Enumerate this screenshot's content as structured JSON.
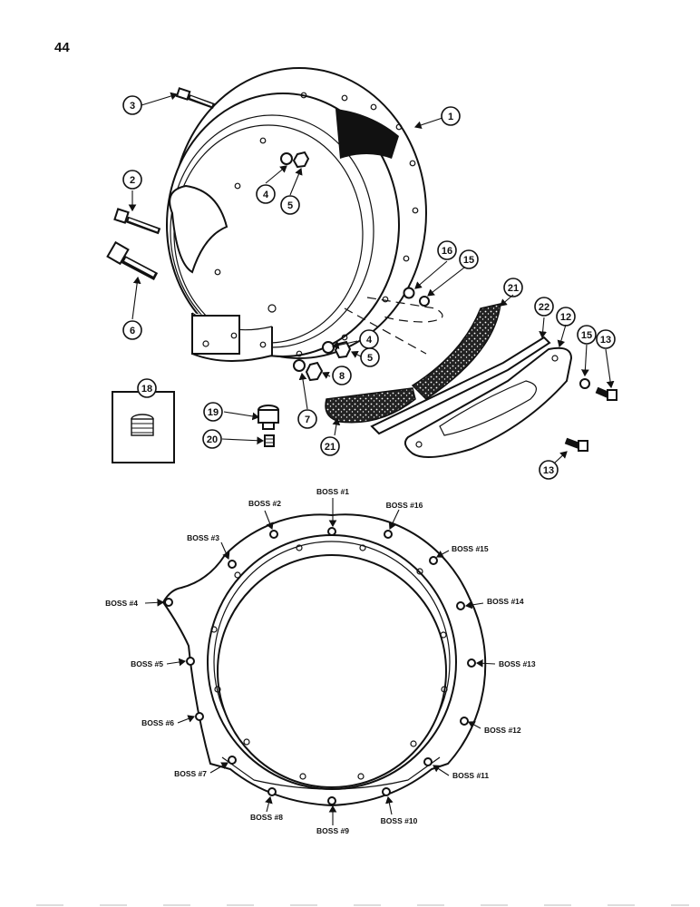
{
  "page_number": "44",
  "callouts": [
    "1",
    "2",
    "3",
    "4",
    "5",
    "6",
    "4",
    "5",
    "8",
    "7",
    "16",
    "15",
    "21",
    "22",
    "12",
    "15",
    "13",
    "13",
    "21",
    "18",
    "19",
    "20"
  ],
  "boss_labels": [
    "BOSS #1",
    "BOSS #2",
    "BOSS #3",
    "BOSS #4",
    "BOSS #5",
    "BOSS #6",
    "BOSS #7",
    "BOSS #8",
    "BOSS #9",
    "BOSS #10",
    "BOSS #11",
    "BOSS #12",
    "BOSS #13",
    "BOSS #14",
    "BOSS #15",
    "BOSS #16"
  ]
}
